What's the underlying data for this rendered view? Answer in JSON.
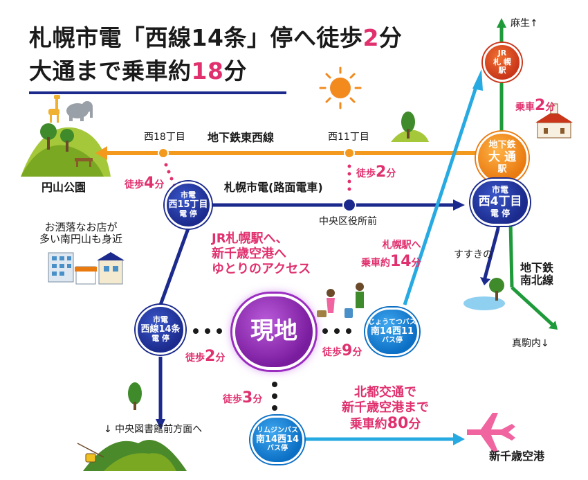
{
  "title": {
    "line1_a": "札幌市電「西線14条」停へ徒歩",
    "line1_num": "2",
    "line1_b": "分",
    "line2_a": "大通まで乗車約",
    "line2_num": "18",
    "line2_b": "分"
  },
  "colors": {
    "tozai_line": "#f39a1e",
    "streetcar_line": "#1b2a8c",
    "bus_route": "#27aae1",
    "namboku_line": "#1e9a3a",
    "accent": "#e0306e",
    "current_location": "#8a22b0",
    "plane": "#f064a0"
  },
  "lines": {
    "tozai": "地下鉄東西線",
    "streetcar": "札幌市電(路面電車)",
    "namboku_1": "地下鉄",
    "namboku_2": "南北線"
  },
  "places": {
    "maruyama_park": "円山公園",
    "nishi18": "西18丁目",
    "nishi11": "西11丁目",
    "chuo_ward_office": "中央区役所前",
    "asabu": "麻生↑",
    "susukino": "すすきの",
    "makomanai": "真駒内↓",
    "library_direction": "↓ 中央図書館前方面へ",
    "new_chitose_airport": "新千歳空港",
    "minami_maruyama_1": "お洒落なお店が",
    "minami_maruyama_2": "多い南円山も身近"
  },
  "stations": {
    "jr_sapporo": {
      "l1": "JR",
      "l2": "札 幌",
      "l3": "駅"
    },
    "odori": {
      "l1": "地下鉄",
      "l2": "大 通",
      "l3": "駅"
    },
    "nishi4": {
      "l1": "市電",
      "l2": "西4丁目",
      "l3": "電 停"
    },
    "nishi15": {
      "l1": "市電",
      "l2": "西15丁目",
      "l3": "電 停"
    },
    "nishisen14": {
      "l1": "市電",
      "l2": "西線14条",
      "l3": "電 停"
    },
    "jotetsu_bus": {
      "l1": "じょうてつバス",
      "l2": "南14西11",
      "l3": "バス停"
    },
    "rimujin_bus": {
      "l1": "リムジンバス",
      "l2": "南14西14",
      "l3": "バス停"
    },
    "current": "現地"
  },
  "walks": {
    "to_nishi15": {
      "a": "徒歩",
      "n": "4",
      "b": "分"
    },
    "to_streetcar": {
      "a": "徒歩",
      "n": "2",
      "b": "分"
    },
    "to_nishisen14": {
      "a": "徒歩",
      "n": "2",
      "b": "分"
    },
    "to_jotetsu": {
      "a": "徒歩",
      "n": "9",
      "b": "分"
    },
    "to_rimujin": {
      "a": "徒歩",
      "n": "3",
      "b": "分"
    },
    "ride_to_jr": {
      "a": "乗車",
      "n": "2",
      "b": "分"
    }
  },
  "notes": {
    "jr_access_1": "JR札幌駅へ、",
    "jr_access_2": "新千歳空港へ",
    "jr_access_3": "ゆとりのアクセス",
    "bus_to_jr_1": "札幌駅へ",
    "bus_to_jr_2a": "乗車約",
    "bus_to_jr_2n": "14",
    "bus_to_jr_2b": "分",
    "hokuto_1": "北都交通で",
    "hokuto_2": "新千歳空港まで",
    "hokuto_3a": "乗車約",
    "hokuto_3n": "80",
    "hokuto_3b": "分"
  }
}
